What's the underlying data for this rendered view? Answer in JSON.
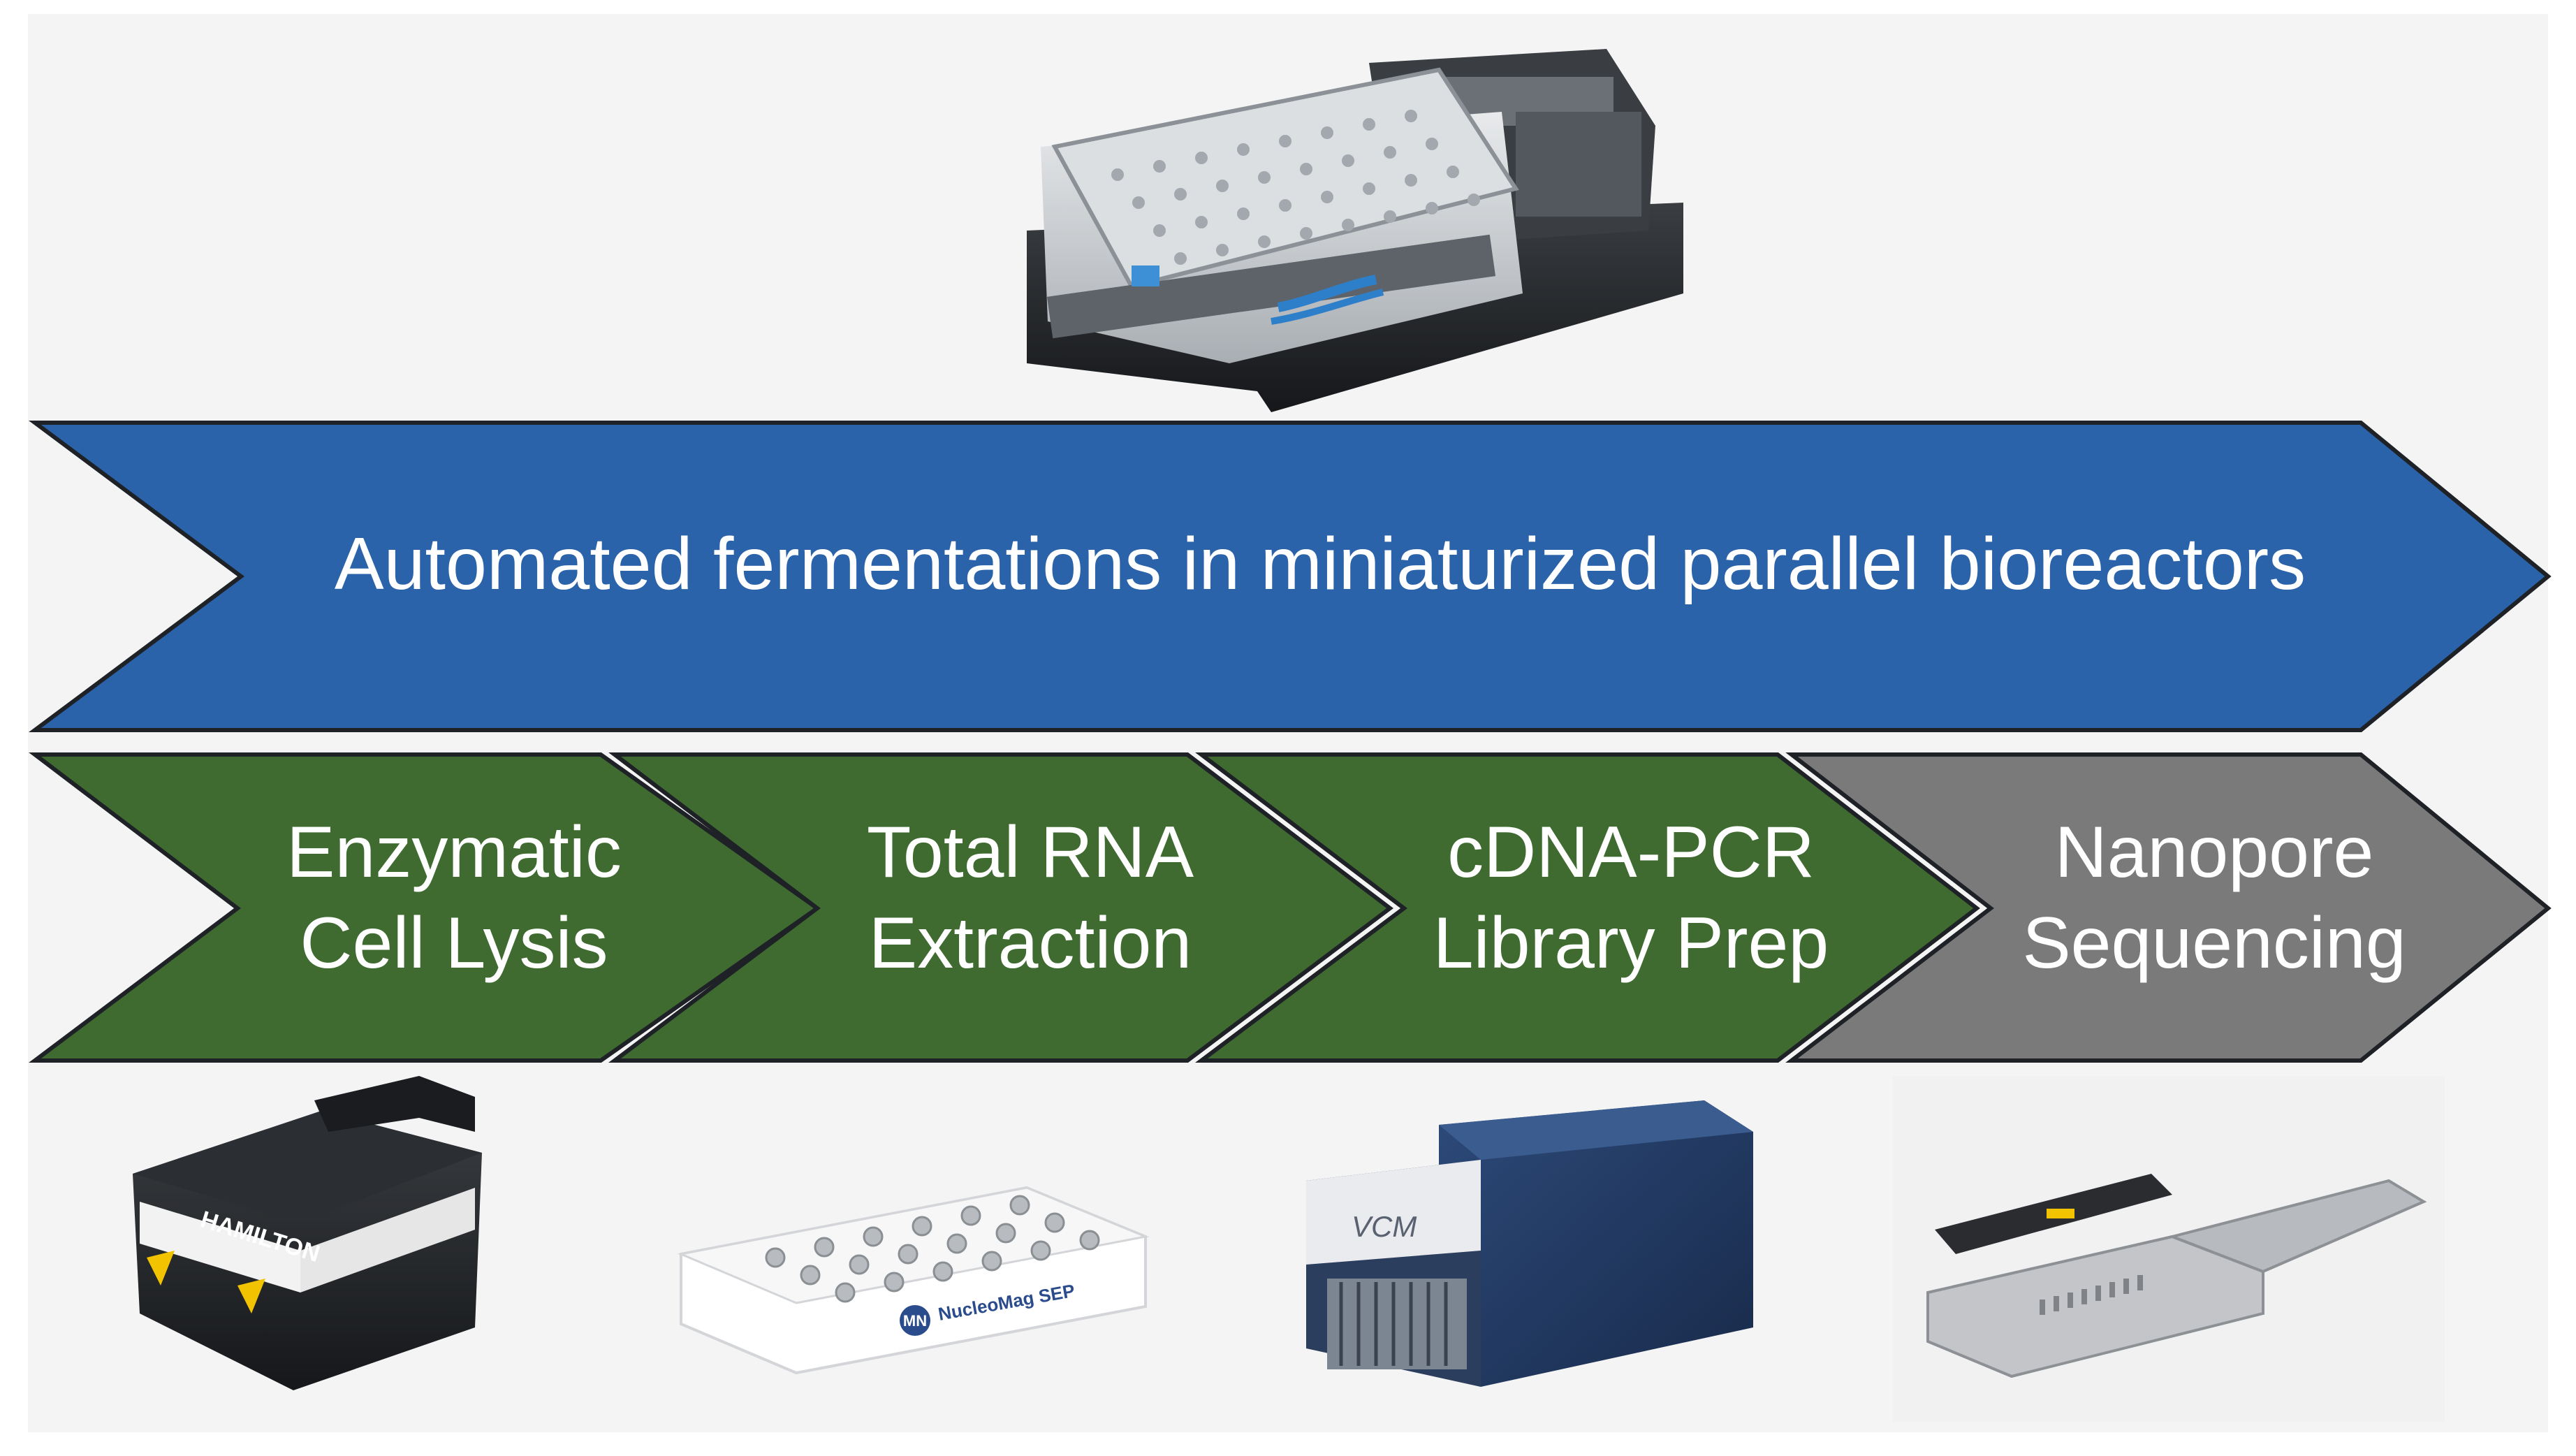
{
  "banner": {
    "text": "Automated fermentations in miniaturized parallel bioreactors",
    "color": "#2B63AA"
  },
  "steps": [
    {
      "line1": "Enzymatic",
      "line2": "Cell Lysis",
      "color": "#3F6B30"
    },
    {
      "line1": "Total RNA",
      "line2": "Extraction",
      "color": "#3F6B30"
    },
    {
      "line1": "cDNA-PCR",
      "line2": "Library Prep",
      "color": "#3F6B30"
    },
    {
      "line1": "Nanopore",
      "line2": "Sequencing",
      "color": "#7A7A7A"
    }
  ],
  "devices": {
    "heater_shaker_brand": "HAMILTON",
    "magnetic_separator_brand": "MN",
    "magnetic_separator_name": "NucleoMag SEP",
    "thermocycler_brand": "VCM"
  },
  "colors": {
    "background": "#F4F4F4",
    "outline": "#1E2226"
  }
}
